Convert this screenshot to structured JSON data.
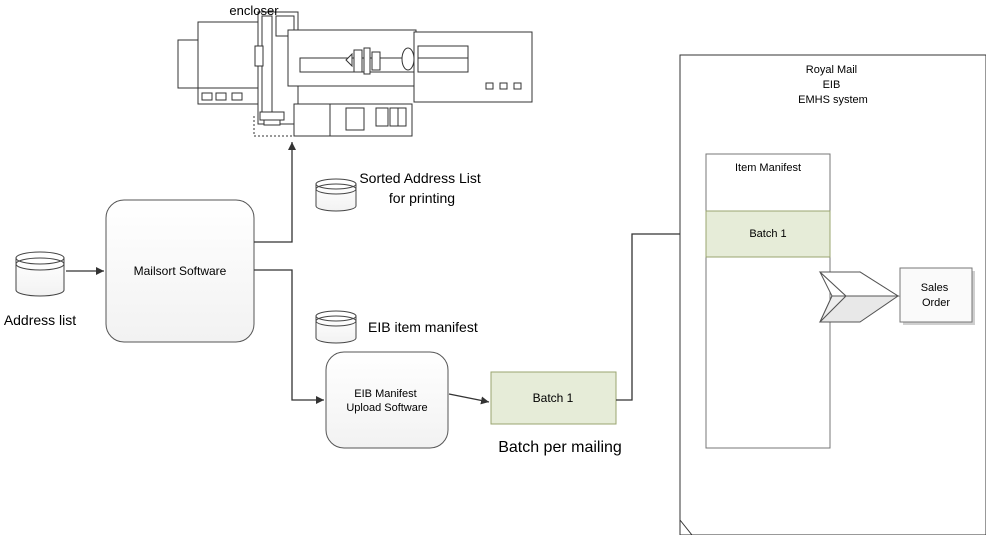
{
  "diagram": {
    "encloser": {
      "label": "encloser"
    },
    "address_list": {
      "label": "Address list"
    },
    "mailsort": {
      "label": "Mailsort Software"
    },
    "sorted_list": {
      "line1": "Sorted Address List",
      "line2": "for printing"
    },
    "eib_item_manifest": {
      "label": "EIB item manifest"
    },
    "eib_upload": {
      "line1": "EIB Manifest",
      "line2": "Upload Software"
    },
    "batch_out": {
      "label": "Batch 1",
      "caption": "Batch per mailing"
    },
    "royal_mail": {
      "line1": "Royal Mail",
      "line2": "EIB",
      "line3": "EMHS system"
    },
    "item_manifest": {
      "label": "Item Manifest",
      "batch_label": "Batch 1"
    },
    "sales_order": {
      "line1": "Sales",
      "line2": "Order"
    },
    "colors": {
      "batch_fill": "#e6ecd8",
      "batch_stroke": "#9aa56f",
      "box_fill": "#ffffff",
      "stroke": "#555555"
    }
  }
}
